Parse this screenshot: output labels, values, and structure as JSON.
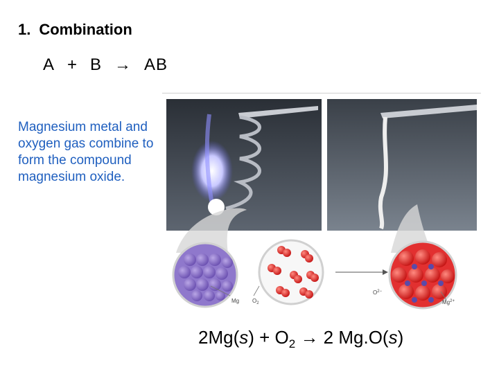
{
  "slide": {
    "heading_number": "1.",
    "heading_text": "Combination",
    "reaction": {
      "a": "A",
      "plus": "+",
      "b": "B",
      "arrow": "→",
      "product": "AB"
    },
    "description": "Magnesium metal and oxygen gas combine to form the compound magnesium oxide.",
    "figure": {
      "label_mg": "Mg",
      "label_o2": "O",
      "label_o2_sub": "2",
      "label_o_ion": "O",
      "label_o_ion_sup": "2−",
      "label_mg_ion": "Mg",
      "label_mg_ion_sup": "2+"
    },
    "equation": {
      "part1": "2Mg(",
      "state1": "s",
      "part2": ") + O",
      "sub": "2",
      "part3": " → 2 Mg.O(",
      "state2": "s",
      "part4": ")"
    }
  }
}
